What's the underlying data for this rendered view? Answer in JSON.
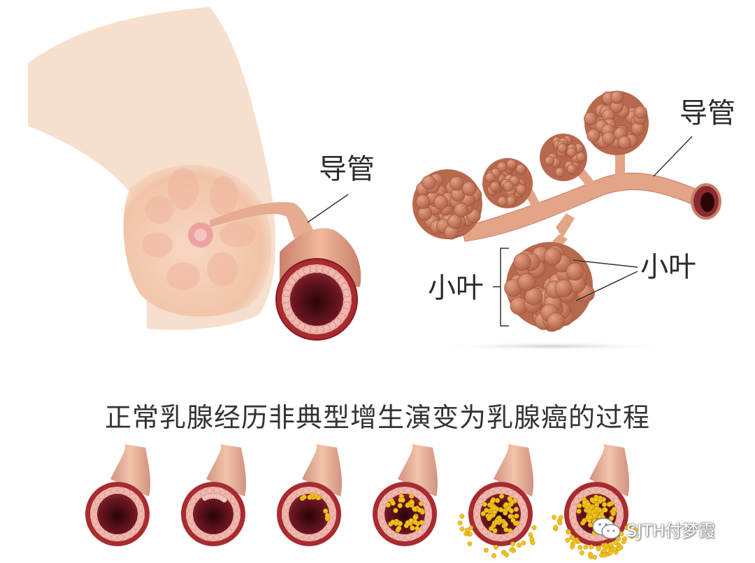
{
  "labels": {
    "duct_left": "导管",
    "duct_right": "导管",
    "lobule_left": "小叶",
    "lobule_right": "小叶"
  },
  "caption": "正常乳腺经历非典型增生演变为乳腺癌的过程",
  "watermark": {
    "text": "SJTH付梦霞",
    "icon": "wechat-icon"
  },
  "stages": [
    {
      "id": 1,
      "cancer_fill": 0.0
    },
    {
      "id": 2,
      "cancer_fill": 0.0
    },
    {
      "id": 3,
      "cancer_fill": 0.15
    },
    {
      "id": 4,
      "cancer_fill": 0.55
    },
    {
      "id": 5,
      "cancer_fill": 0.8
    },
    {
      "id": 6,
      "cancer_fill": 0.95
    }
  ],
  "colors": {
    "skin": "#f3c9ae",
    "duct": "#e2a487",
    "lumen": "#5a1018",
    "cell": "#f2b8b0",
    "lobule": "#c97a5e",
    "cancer": "#f2c21b"
  }
}
